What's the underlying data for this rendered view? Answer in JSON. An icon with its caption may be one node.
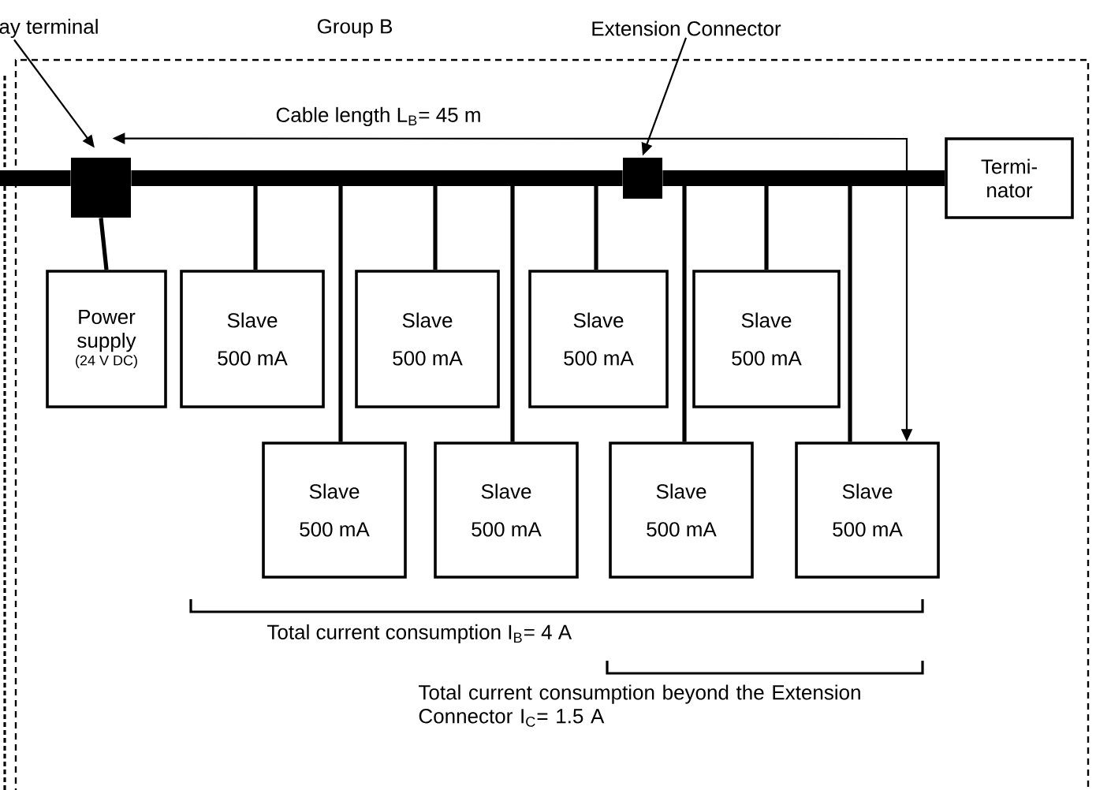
{
  "diagram": {
    "nodes": [
      {
        "text": [
          "ay terminal"
        ]
      },
      {
        "text": [
          "Group B"
        ]
      },
      {
        "text": [
          "Extension Connector"
        ]
      },
      {
        "text": [],
        "shape": "box",
        "in": 1
      },
      {
        "text": [],
        "shape": "box",
        "in": 1
      },
      {
        "text": [
          "Termi- nator"
        ],
        "in": 1
      },
      {
        "text": [
          "Power supply",
          "(24 V DC)"
        ],
        "in": 1
      },
      {
        "text": [
          "Slave",
          "500 mA"
        ],
        "in": 1
      },
      {
        "text": [
          "Slave",
          "500 mA"
        ],
        "in": 1
      },
      {
        "text": [
          "Slave",
          "500 mA"
        ],
        "in": 1
      },
      {
        "text": [
          "Slave",
          "500 mA"
        ],
        "in": 1
      },
      {
        "text": [
          "Slave",
          "500 mA"
        ],
        "in": 1
      },
      {
        "text": [
          "Slave",
          "500 mA"
        ],
        "in": 1
      },
      {
        "text": [
          "Slave",
          "500 mA"
        ],
        "in": 1
      },
      {
        "text": [
          "Slave",
          "500 mA"
        ],
        "in": 1
      }
    ],
    "edges": [
      {
        "from": 0,
        "to": 3,
        "arrow": "to"
      },
      {
        "from": 2,
        "to": 4,
        "arrow": "to"
      },
      {
        "from": null,
        "to": 3,
        "arrow": "none",
        "style": "thick"
      },
      {
        "from": 3,
        "to": 4,
        "arrow": "none",
        "style": "thick"
      },
      {
        "from": 4,
        "to": 5,
        "arrow": "none",
        "style": "thick"
      },
      {
        "from": 3,
        "to": 6,
        "arrow": "none"
      },
      {
        "from": 3,
        "to": 14,
        "arrow": "both",
        "label": "Cable length L$_{B}$= 45 m"
      },
      {
        "from": null,
        "to": 7,
        "arrow": "none"
      },
      {
        "from": null,
        "to": 8,
        "arrow": "none"
      },
      {
        "from": null,
        "to": 9,
        "arrow": "none"
      },
      {
        "from": null,
        "to": 10,
        "arrow": "none"
      },
      {
        "from": null,
        "to": 11,
        "arrow": "none"
      },
      {
        "from": null,
        "to": 12,
        "arrow": "none"
      },
      {
        "from": null,
        "to": 13,
        "arrow": "none"
      },
      {
        "from": null,
        "to": 14,
        "arrow": "none"
      }
    ],
    "labels": [
      "Total current consumption I$_{B}$= 4 A",
      "Total current consumption beyond the Extension Connector I$_{C}$= 1.5 A"
    ]
  }
}
